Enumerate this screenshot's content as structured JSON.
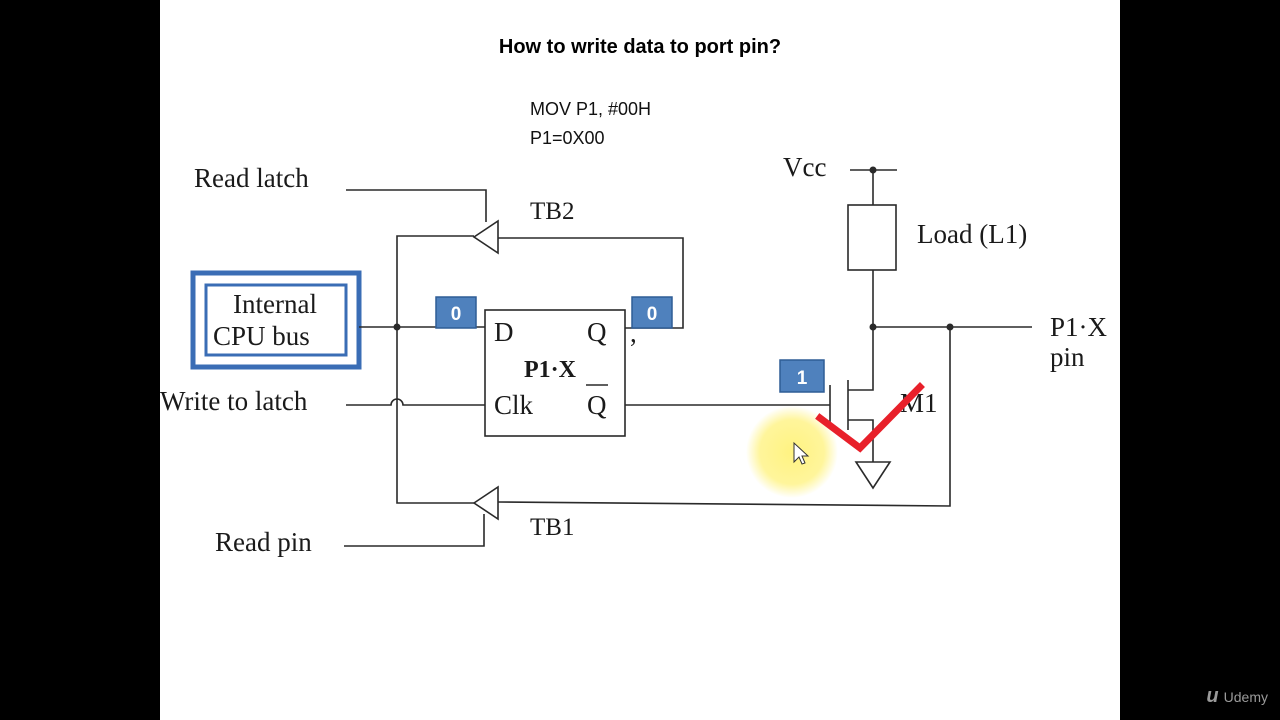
{
  "slide": {
    "title": "How to write data to port pin?",
    "code_line_1": "MOV P1, #00H",
    "code_line_2": "P1=0X00"
  },
  "diagram": {
    "read_latch": "Read latch",
    "tb2": "TB2",
    "tb1": "TB1",
    "internal_cpu_bus_1": "Internal",
    "internal_cpu_bus_2": "CPU bus",
    "write_to_latch": "Write to latch",
    "read_pin": "Read pin",
    "latch_d": "D",
    "latch_q": "Q",
    "latch_name": "P1·X",
    "latch_clk": "Clk",
    "latch_qbar": "Q",
    "vcc": "Vcc",
    "load": "Load (L1)",
    "pin_label_1": "P1·X",
    "pin_label_2": "pin",
    "transistor": "M1"
  },
  "annotations": {
    "badge_d": "0",
    "badge_q": "0",
    "badge_qbar": "1",
    "checkmark_color": "#e8202a",
    "badge_color": "#4f81bd",
    "cpu_box_border_color": "#3a6db5",
    "cursor_highlight_color": "#fff27a"
  },
  "watermark": {
    "brand": "Udemy"
  }
}
